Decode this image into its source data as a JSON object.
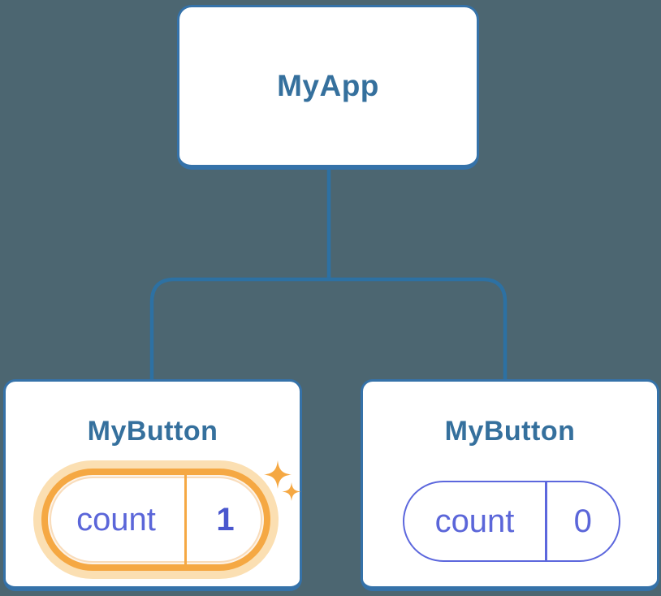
{
  "tree": {
    "root": {
      "label": "MyApp"
    },
    "children": [
      {
        "label": "MyButton",
        "state": {
          "key": "count",
          "value": "1"
        },
        "highlighted": true
      },
      {
        "label": "MyButton",
        "state": {
          "key": "count",
          "value": "0"
        },
        "highlighted": false
      }
    ]
  },
  "icons": {
    "sparkle_large": "sparkle-icon",
    "sparkle_small": "sparkle-icon"
  },
  "colors": {
    "background": "#4C6671",
    "card_border": "#3572A9",
    "card_bg": "#FFFFFF",
    "title_text": "#35709D",
    "connector": "#2D71A3",
    "state_border": "#5C67DD",
    "state_text": "#5B66D9",
    "value_bold_text": "#4A57CE",
    "highlight_orange": "#F5A843",
    "highlight_glow": "#FBDFB2"
  }
}
